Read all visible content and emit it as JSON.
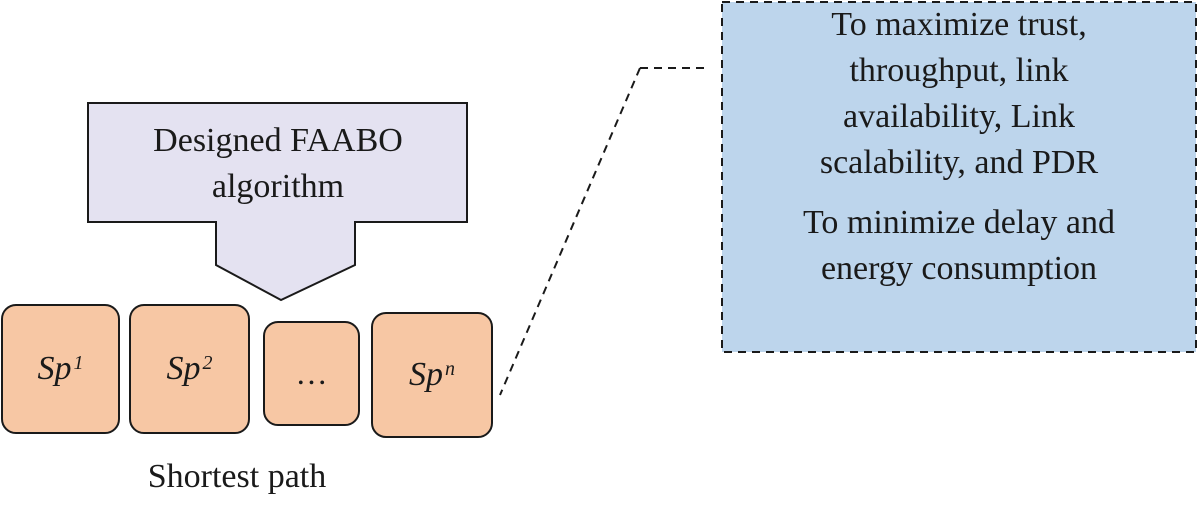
{
  "algorithm": {
    "label_line1": "Designed FAABO",
    "label_line2": "algorithm"
  },
  "paths": [
    {
      "base": "Sp",
      "sup": "1"
    },
    {
      "base": "Sp",
      "sup": "2"
    },
    {
      "base": "…",
      "sup": ""
    },
    {
      "base": "Sp",
      "sup": "n"
    }
  ],
  "caption": "Shortest path",
  "objectives": {
    "maximize_lines": [
      "To maximize trust,",
      "throughput, link",
      "availability, Link",
      "scalability, and PDR"
    ],
    "minimize_lines": [
      "To minimize delay and",
      "energy consumption"
    ]
  },
  "colors": {
    "arrow_fill": "#e4e2f1",
    "path_box_fill": "#f7c7a4",
    "objectives_fill": "#bdd5ec",
    "stroke": "#1a1a1a"
  }
}
